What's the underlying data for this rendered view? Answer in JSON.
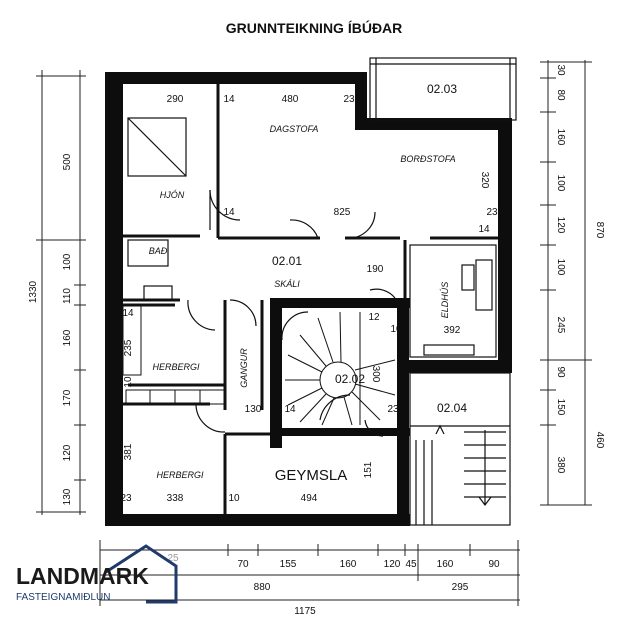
{
  "title": "GRUNNTEIKNING ÍBÚÐAR",
  "rooms": {
    "r0203": "02.03",
    "r0201": "02.01",
    "r0202": "02.02",
    "r0204": "02.04",
    "skali": "SKÁLI",
    "geymsla": "GEYMSLA",
    "bad": "BAÐ",
    "stofa1": "DAGSTOFA",
    "stofa2": "BORÐSTOFA",
    "hjon": "HJÓN",
    "herb1": "HERBERGI",
    "herb2": "HERBERGI",
    "gangur": "GANGUR",
    "eldhus": "ELDHÚS"
  },
  "dims": {
    "top_290": "290",
    "top_14a": "14",
    "top_480": "480",
    "top_23a": "23",
    "mid_14": "14",
    "mid_825": "825",
    "mid_23": "23",
    "r_320": "320",
    "r_14": "14",
    "r_392": "392",
    "r_10": "10",
    "s_190": "190",
    "s_12": "12",
    "s_300": "300",
    "s_14": "14",
    "s_23": "23",
    "h_235": "235",
    "h_10": "10",
    "h_130": "130",
    "h_14": "14",
    "b_381": "381",
    "b_23": "23",
    "b_338": "338",
    "b_10": "10",
    "b_494": "494",
    "b_151": "151",
    "l_500": "500",
    "l_100": "100",
    "l_110": "110",
    "l_160": "160",
    "l_170": "170",
    "l_120": "120",
    "l_130": "130",
    "l_1330": "1330",
    "rc_30": "30",
    "rc_80": "80",
    "rc_160": "160",
    "rc_100": "100",
    "rc_120": "120",
    "rc_100b": "100",
    "rc_245": "245",
    "rc_90": "90",
    "rc_150": "150",
    "rc_380": "380",
    "rc_870": "870",
    "rc_460": "460",
    "bt_70": "70",
    "bt_155": "155",
    "bt_160": "160",
    "bt_120": "120",
    "bt_45": "45",
    "bt_160b": "160",
    "bt_90": "90",
    "bt_880": "880",
    "bt_295": "295",
    "bt_1175": "1175",
    "bt_25": "25"
  },
  "logo": {
    "name": "LANDMARK",
    "sub": "FASTEIGNAMIÐLUN"
  },
  "colors": {
    "ink": "#111111",
    "wall": "#0d0d0d",
    "brand": "#1f3a6b"
  }
}
